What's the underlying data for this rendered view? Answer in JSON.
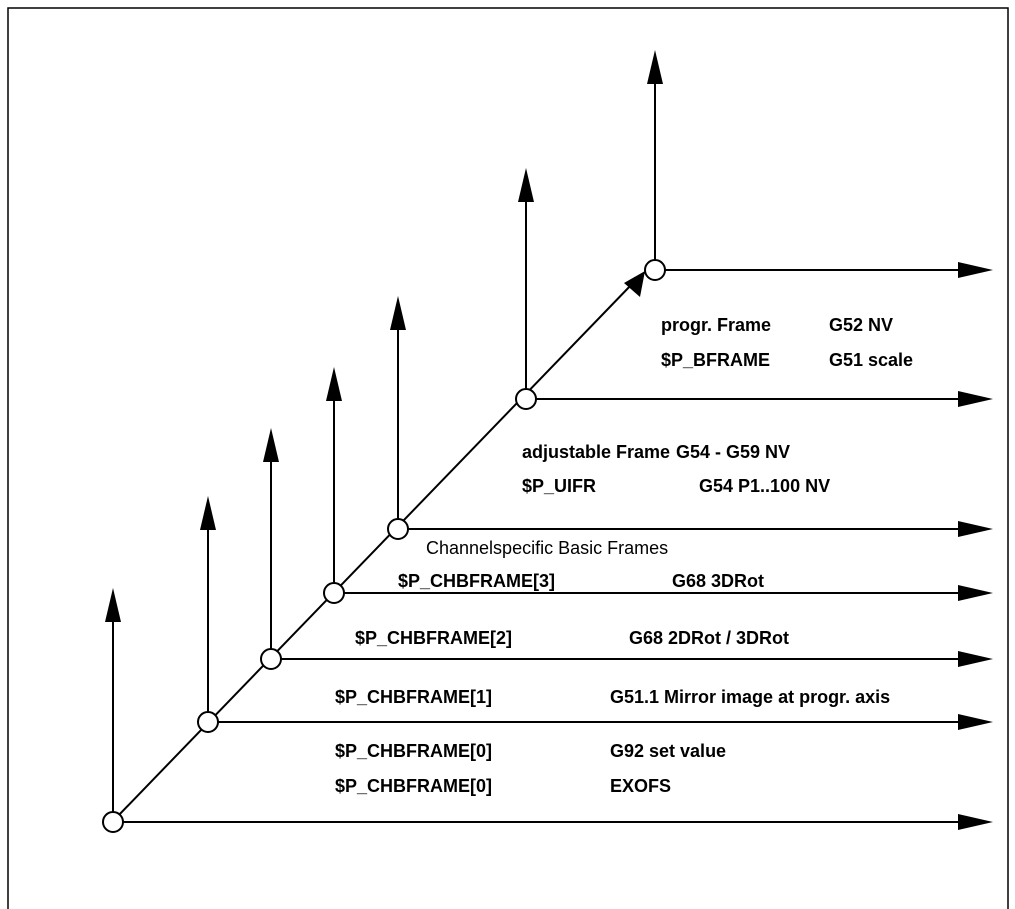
{
  "diagram": {
    "section_label": "Channelspecific Basic Frames",
    "frames": [
      {
        "left": "progr. Frame",
        "right": "G52 NV"
      },
      {
        "left": "$P_BFRAME",
        "right": "G51 scale"
      },
      {
        "left": "adjustable Frame",
        "right": "G54 - G59 NV"
      },
      {
        "left": "$P_UIFR",
        "right": "G54 P1..100 NV"
      },
      {
        "left": "$P_CHBFRAME[3]",
        "right": "G68 3DRot"
      },
      {
        "left": "$P_CHBFRAME[2]",
        "right": "G68 2DRot / 3DRot"
      },
      {
        "left": "$P_CHBFRAME[1]",
        "right": "G51.1 Mirror image at progr. axis"
      },
      {
        "left": "$P_CHBFRAME[0]",
        "right": "G92 set value"
      },
      {
        "left": "$P_CHBFRAME[0]",
        "right": "EXOFS"
      }
    ]
  }
}
